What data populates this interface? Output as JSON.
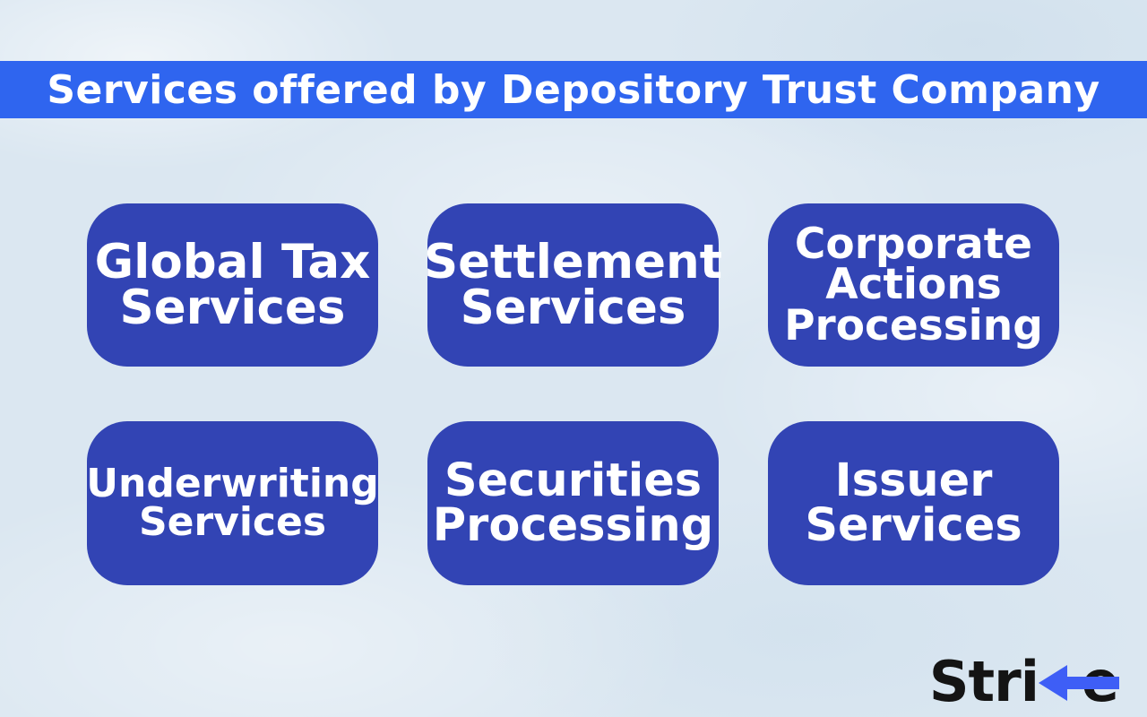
{
  "header": {
    "title": "Services offered by Depository Trust Company"
  },
  "services": [
    {
      "name": "Global Tax\nServices"
    },
    {
      "name": "Settlement\nServices"
    },
    {
      "name": "Corporate\nActions\nProcessing"
    },
    {
      "name": "Underwriting\nServices"
    },
    {
      "name": "Securities\nProcessing"
    },
    {
      "name": "Issuer\nServices"
    }
  ],
  "logo": {
    "full_name": "Strike",
    "prefix": "Stri",
    "suffix": "e"
  },
  "colors": {
    "background": "#dbe7f1",
    "header_bar": "#2f65ef",
    "header_text": "#ffffff",
    "card": "#3244b4",
    "card_text": "#ffffff",
    "logo_text": "#141414",
    "logo_arrow": "#3e5ef6"
  }
}
